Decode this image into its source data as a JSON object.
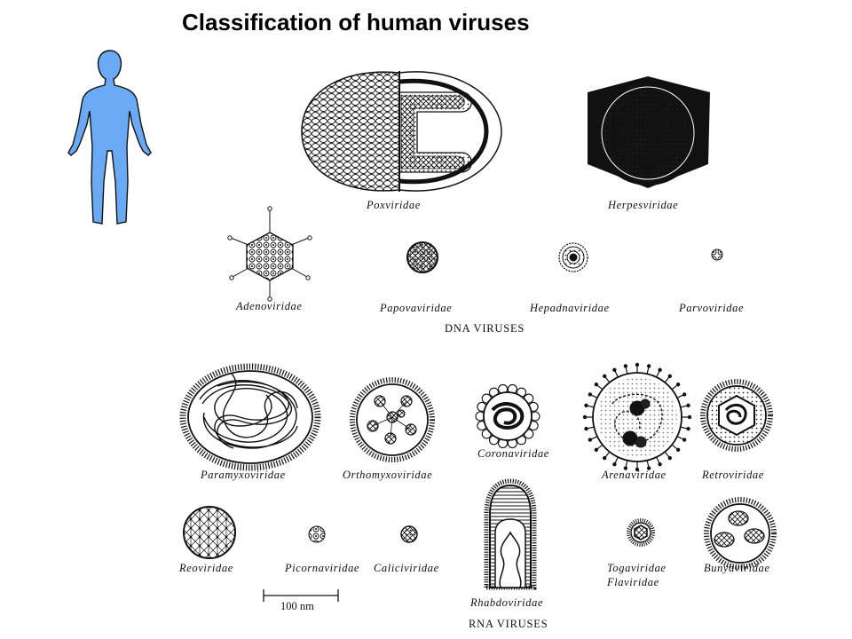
{
  "title": "Classification of human viruses",
  "human_figure_color": "#6aaaf5",
  "dna": {
    "section_label": "DNA VIRUSES",
    "families": {
      "poxviridae": "Poxviridae",
      "herpesviridae": "Herpesviridae",
      "adenoviridae": "Adenoviridae",
      "papovaviridae": "Papovaviridae",
      "hepadnaviridae": "Hepadnaviridae",
      "parvoviridae": "Parvoviridae"
    }
  },
  "rna": {
    "section_label": "RNA VIRUSES",
    "families": {
      "paramyxoviridae": "Paramyxoviridae",
      "orthomyxoviridae": "Orthomyxoviridae",
      "coronaviridae": "Coronaviridae",
      "arenaviridae": "Arenaviridae",
      "retroviridae": "Retroviridae",
      "reoviridae": "Reoviridae",
      "picornaviridae": "Picornaviridae",
      "caliciviridae": "Caliciviridae",
      "rhabdoviridae": "Rhabdoviridae",
      "togaviridae": "Togaviridae",
      "flaviridae": "Flaviridae",
      "bunyaviridae": "Bunyaviridae"
    }
  },
  "scale_bar": {
    "label": "100 nm"
  }
}
